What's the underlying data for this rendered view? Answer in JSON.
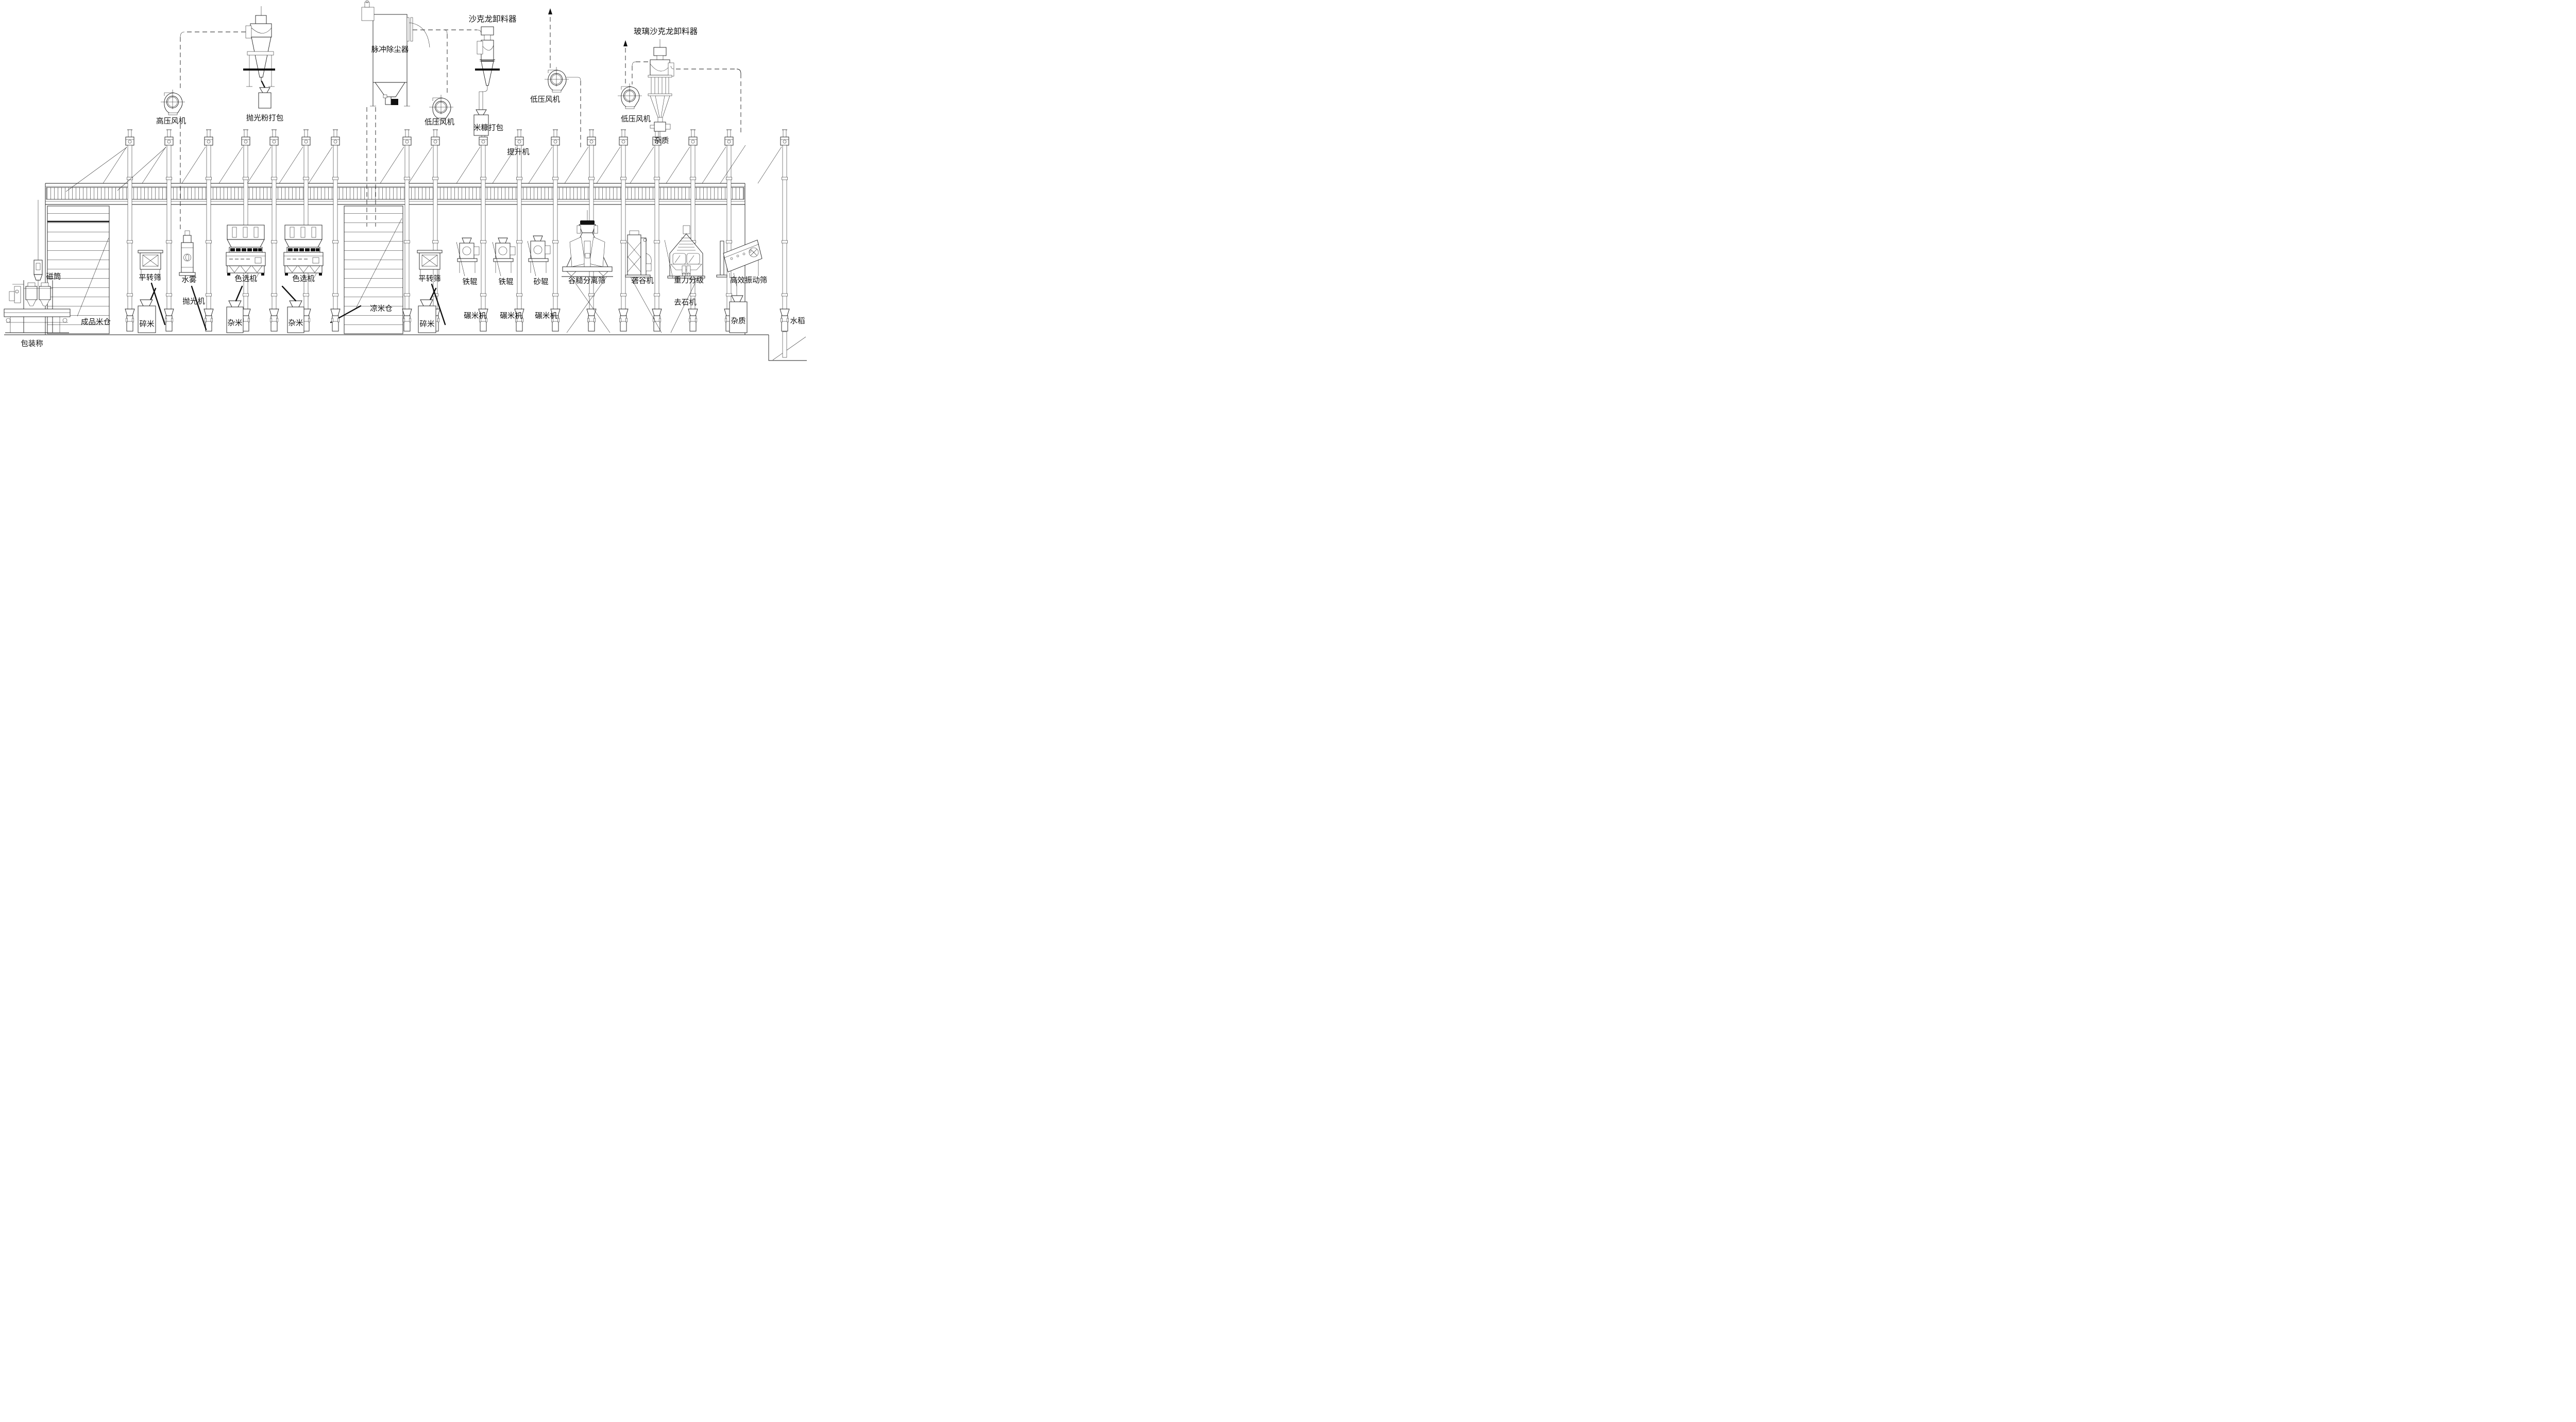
{
  "diagram_type": "rice-mill-process-flow-elevation",
  "colors": {
    "line": "#1a1a1a",
    "background": "#ffffff"
  },
  "labels": {
    "pulse_dust_collector": "脉冲除尘器",
    "cyclone_unloader": "沙克龙卸料器",
    "glass_cyclone_unloader": "玻璃沙克龙卸料器",
    "high_pressure_fan": "高压风机",
    "low_pressure_fan": "低压风机",
    "polishing_powder_packing": "抛光粉打包",
    "rice_bran_packing": "米糠打包",
    "elevator": "提升机",
    "impurities": "杂质",
    "magnetic_cylinder": "磁筒",
    "packing_scale": "包装称",
    "finished_rice_bin": "成品米仓",
    "rotary_sifter": "平转筛",
    "mist_polisher_line1": "水雾",
    "mist_polisher_line2": "抛光机",
    "color_sorter": "色选机",
    "broken_rice": "碎米",
    "mixed_rice": "杂米",
    "cooling_rice_bin": "凉米仓",
    "iron_roller": "铁辊",
    "sand_roller": "砂辊",
    "rice_mill": "碾米机",
    "paddy_separator": "谷糙分离筛",
    "paddy_husker": "砻谷机",
    "gravity_grading_line1": "重力分级",
    "gravity_grading_line2": "去石机",
    "vibrating_screen": "高效振动筛",
    "paddy_rice": "水稻"
  }
}
